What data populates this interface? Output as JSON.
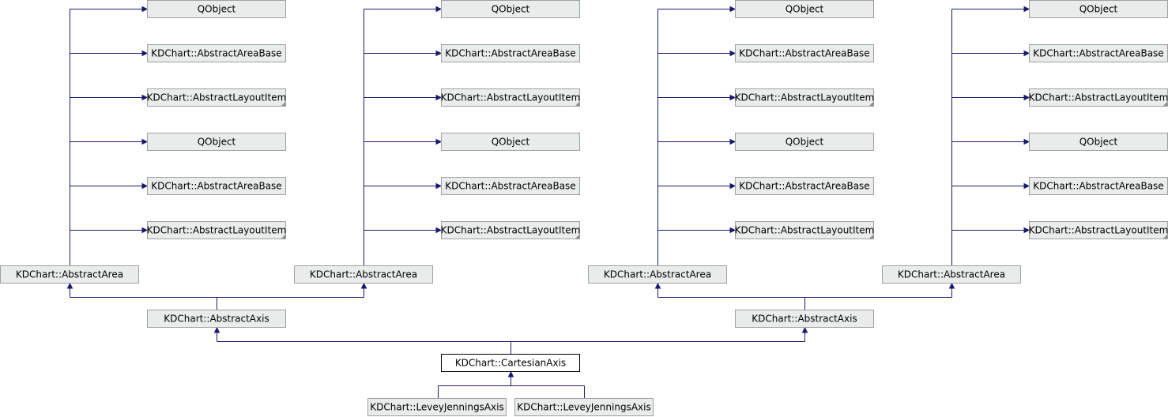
{
  "diagram": {
    "current_class": "KDChart::CartesianAxis",
    "labels": {
      "qobject": "QObject",
      "area_base": "KDChart::AbstractAreaBase",
      "layout_item": "KDChart::AbstractLayoutItem",
      "abstract_area": "KDChart::AbstractArea",
      "abstract_axis": "KDChart::AbstractAxis",
      "cartesian_axis": "KDChart::CartesianAxis",
      "levey_jennings_axis": "KDChart::LeveyJenningsAxis"
    }
  }
}
